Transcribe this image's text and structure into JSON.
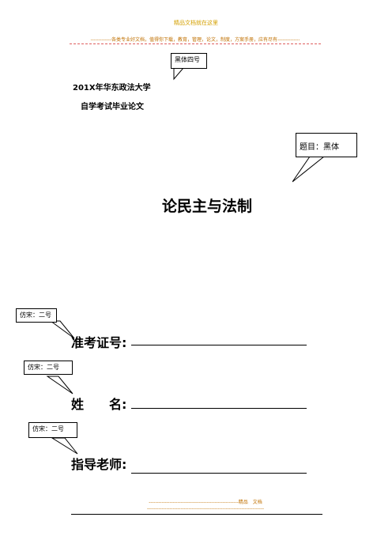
{
  "header": {
    "top_text": "精品文档就在这里",
    "desc_text": "-------------各类专业好文档，值得你下载，教育，管理，论文，制度，方案手册，应有尽有--------------"
  },
  "callouts": {
    "heiti_sihao": "黑体四号",
    "title_font": "题目：黑体",
    "fangsong_1": "仿宋：二号",
    "fangsong_2": "仿宋：二号",
    "fangsong_3": "仿宋：二号"
  },
  "doc": {
    "university": "201X年华东政法大学",
    "subtitle": "自学考试毕业论文",
    "title": "论民主与法制"
  },
  "fields": {
    "exam_id_label": "准考证号:",
    "name_label": "姓　　名:",
    "advisor_label": "指导老师:"
  },
  "footer": {
    "line1": "--------------------------------------------------------精品　文档",
    "line2": "-------------------------------------------------------------------------"
  }
}
